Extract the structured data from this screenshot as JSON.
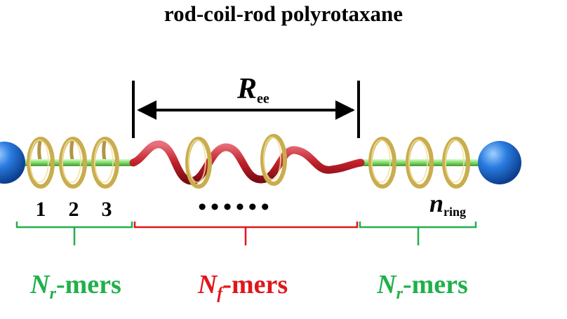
{
  "title": "rod-coil-rod polyrotaxane",
  "ree": {
    "main": "R",
    "sub": "ee"
  },
  "ring_numbers": [
    "1",
    "2",
    "3"
  ],
  "ellipsis": "••••••",
  "n_ring": {
    "main": "n",
    "sub": "ring"
  },
  "segments": [
    {
      "symbol": "N",
      "sub": "r",
      "suffix": "-mers",
      "color": "#21b04b"
    },
    {
      "symbol": "N",
      "sub": "f",
      "suffix": "-mers",
      "color": "#e0161b"
    },
    {
      "symbol": "N",
      "sub": "r",
      "suffix": "-mers",
      "color": "#21b04b"
    }
  ],
  "colors": {
    "rod": "#8fe07a",
    "coil": "#c0202a",
    "ring": "#c9ad4e",
    "end_bead": "#2a7be0",
    "rod_bracket": "#21b04b",
    "coil_bracket": "#e0161b"
  }
}
